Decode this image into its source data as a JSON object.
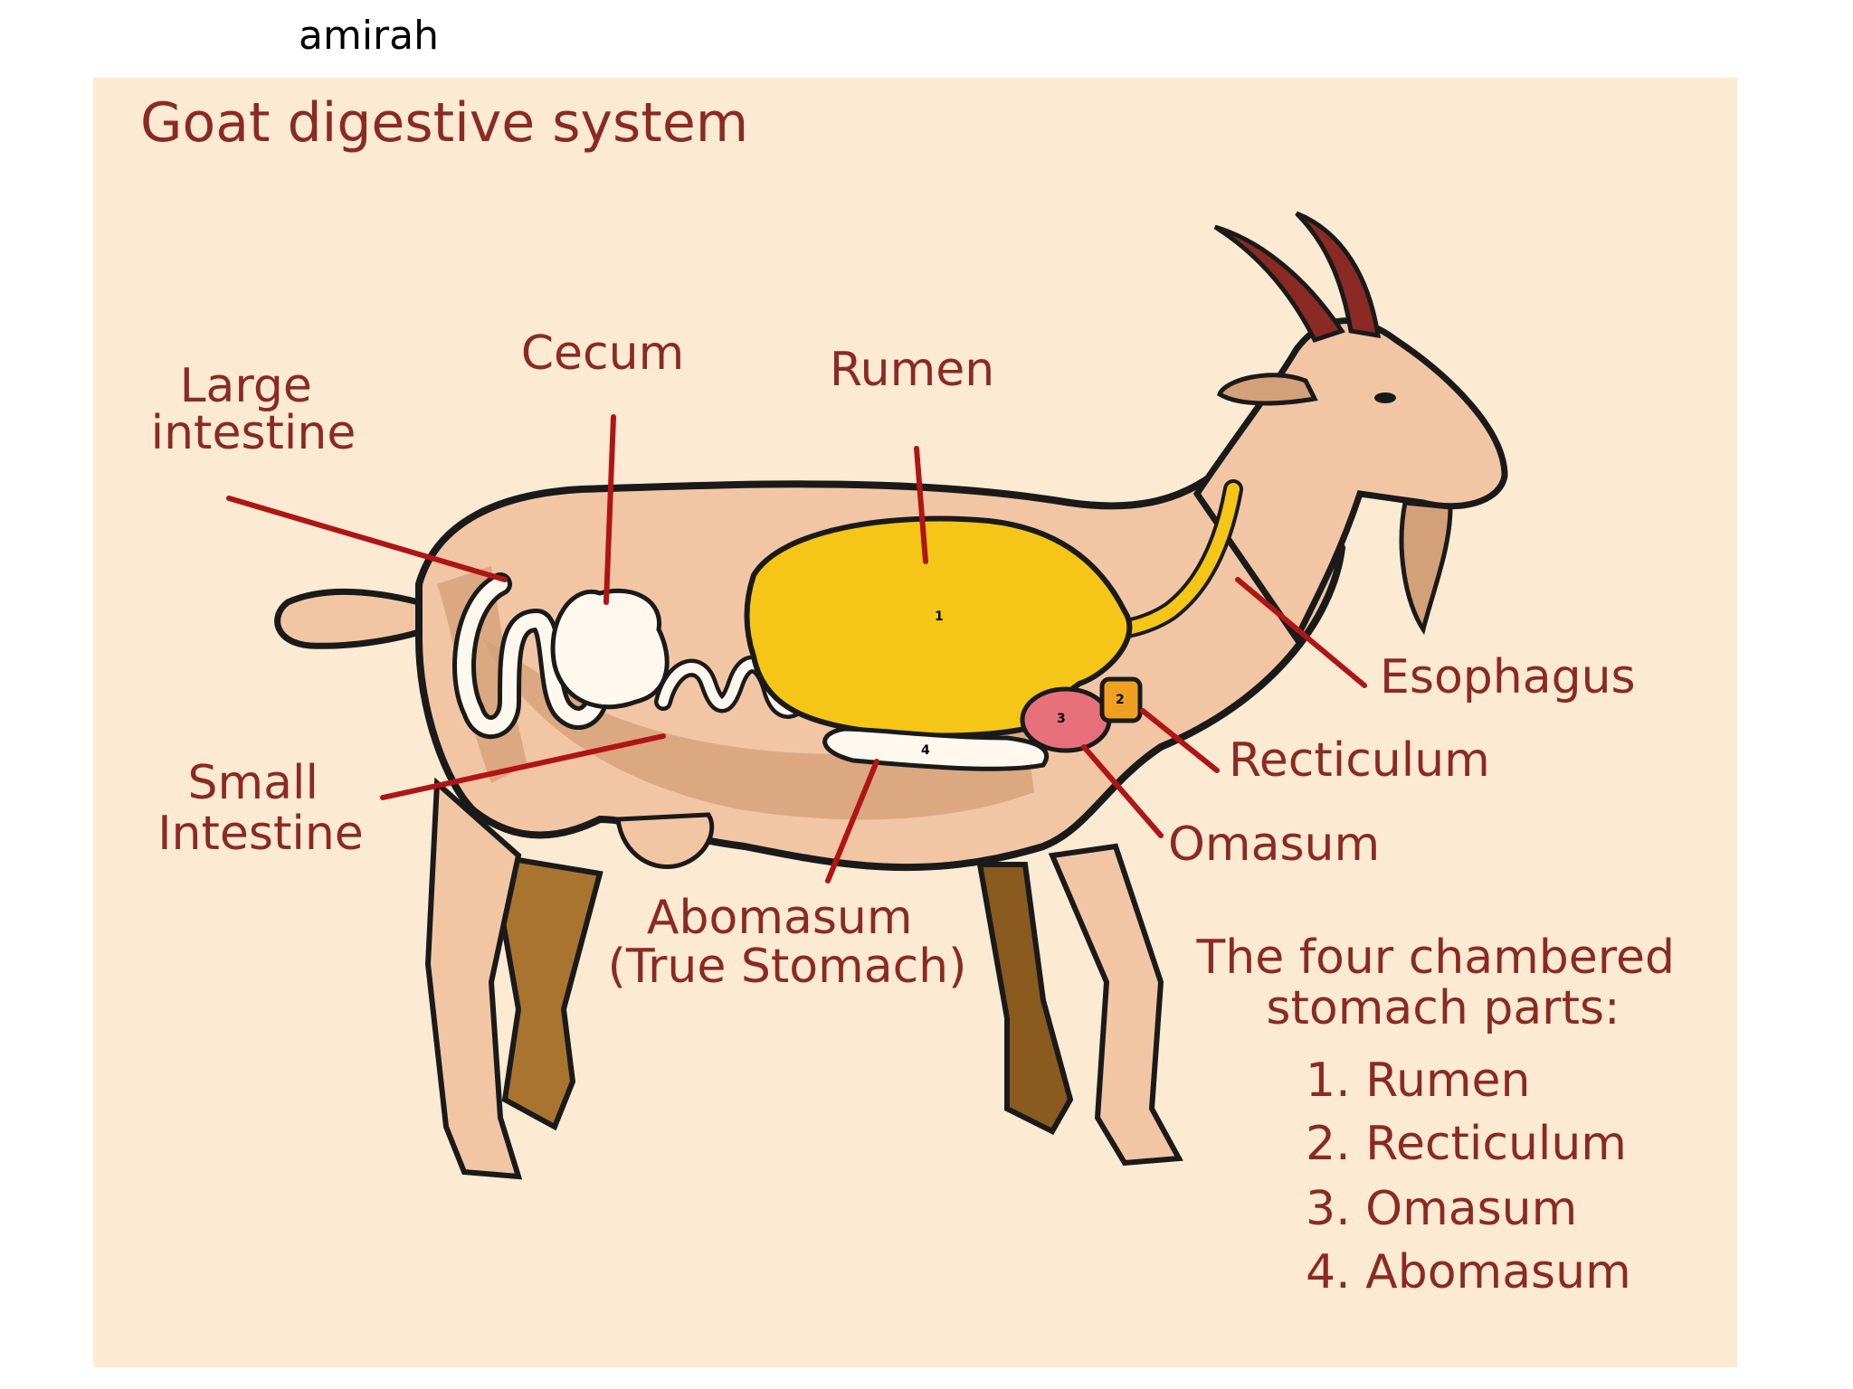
{
  "author": "amirah",
  "title": "Goat digestive system",
  "labels": {
    "large_intestine": [
      "Large",
      "intestine"
    ],
    "cecum": "Cecum",
    "rumen": "Rumen",
    "esophagus": "Esophagus",
    "recticulum": "Recticulum",
    "omasum": "Omasum",
    "small_intestine": [
      "Small",
      "Intestine"
    ],
    "abomasum": [
      "Abomasum",
      "(True Stomach)"
    ]
  },
  "chamber_numbers": [
    "1",
    "2",
    "3",
    "4"
  ],
  "legend": {
    "heading": [
      "The four chambered",
      "stomach parts:"
    ],
    "items": [
      "1. Rumen",
      "2. Recticulum",
      "3. Omasum",
      "4. Abomasum"
    ]
  },
  "colors": {
    "background": "#fcebd2",
    "label_text": "#8b2a24",
    "leader_line": "#b01515",
    "rumen": "#f5c518",
    "reticulum": "#f0a020",
    "omasum": "#e8707a",
    "abomasum": "#fff8ee",
    "body": "#f2c6a4"
  }
}
